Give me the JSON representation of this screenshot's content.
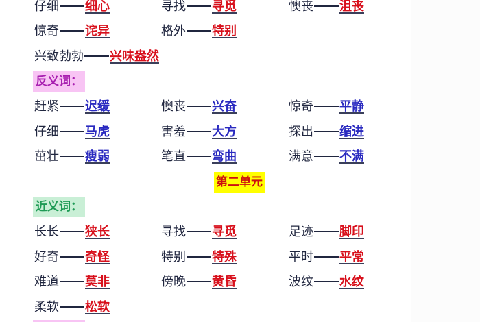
{
  "unit1_synonyms_tail": {
    "rows": [
      [
        {
          "word": "仔细",
          "answer": "细心"
        },
        {
          "word": "寻找",
          "answer": "寻觅"
        },
        {
          "word": "懊丧",
          "answer": "沮丧"
        }
      ],
      [
        {
          "word": "惊奇",
          "answer": "诧异"
        },
        {
          "word": "格外",
          "answer": "特别"
        }
      ],
      [
        {
          "word": "兴致勃勃",
          "answer": "兴味盎然"
        }
      ]
    ]
  },
  "antonyms": {
    "label": "反义词：",
    "rows": [
      [
        {
          "word": "赶紧",
          "answer": "迟缓"
        },
        {
          "word": "懊丧",
          "answer": "兴奋"
        },
        {
          "word": "惊奇",
          "answer": "平静"
        }
      ],
      [
        {
          "word": "仔细",
          "answer": "马虎"
        },
        {
          "word": "害羞",
          "answer": "大方"
        },
        {
          "word": "探出",
          "answer": "缩进"
        }
      ],
      [
        {
          "word": "茁壮",
          "answer": "瘦弱"
        },
        {
          "word": "笔直",
          "answer": "弯曲"
        },
        {
          "word": "满意",
          "answer": "不满"
        }
      ]
    ]
  },
  "unit2": {
    "title": "第二单元",
    "synonyms": {
      "label": "近义词：",
      "rows": [
        [
          {
            "word": "长长",
            "answer": "狭长"
          },
          {
            "word": "寻找",
            "answer": "寻觅"
          },
          {
            "word": "足迹",
            "answer": "脚印"
          }
        ],
        [
          {
            "word": "好奇",
            "answer": "奇怪"
          },
          {
            "word": "特别",
            "answer": "特殊"
          },
          {
            "word": "平时",
            "answer": "平常"
          }
        ],
        [
          {
            "word": "难道",
            "answer": "莫非"
          },
          {
            "word": "傍晚",
            "answer": "黄昏"
          },
          {
            "word": "波纹",
            "answer": "水纹"
          }
        ],
        [
          {
            "word": "柔软",
            "answer": "松软"
          }
        ]
      ]
    }
  },
  "colors": {
    "synonym_answer": "#d8101c",
    "antonym_answer": "#2a2ac0",
    "antonym_label_bg": "#f8c4f4",
    "antonym_label_text": "#a81fb0",
    "synonym_label_bg": "#c9efd6",
    "synonym_label_text": "#1e9a55",
    "unit_title_bg": "#ffff00",
    "unit_title_text": "#cc1010"
  }
}
